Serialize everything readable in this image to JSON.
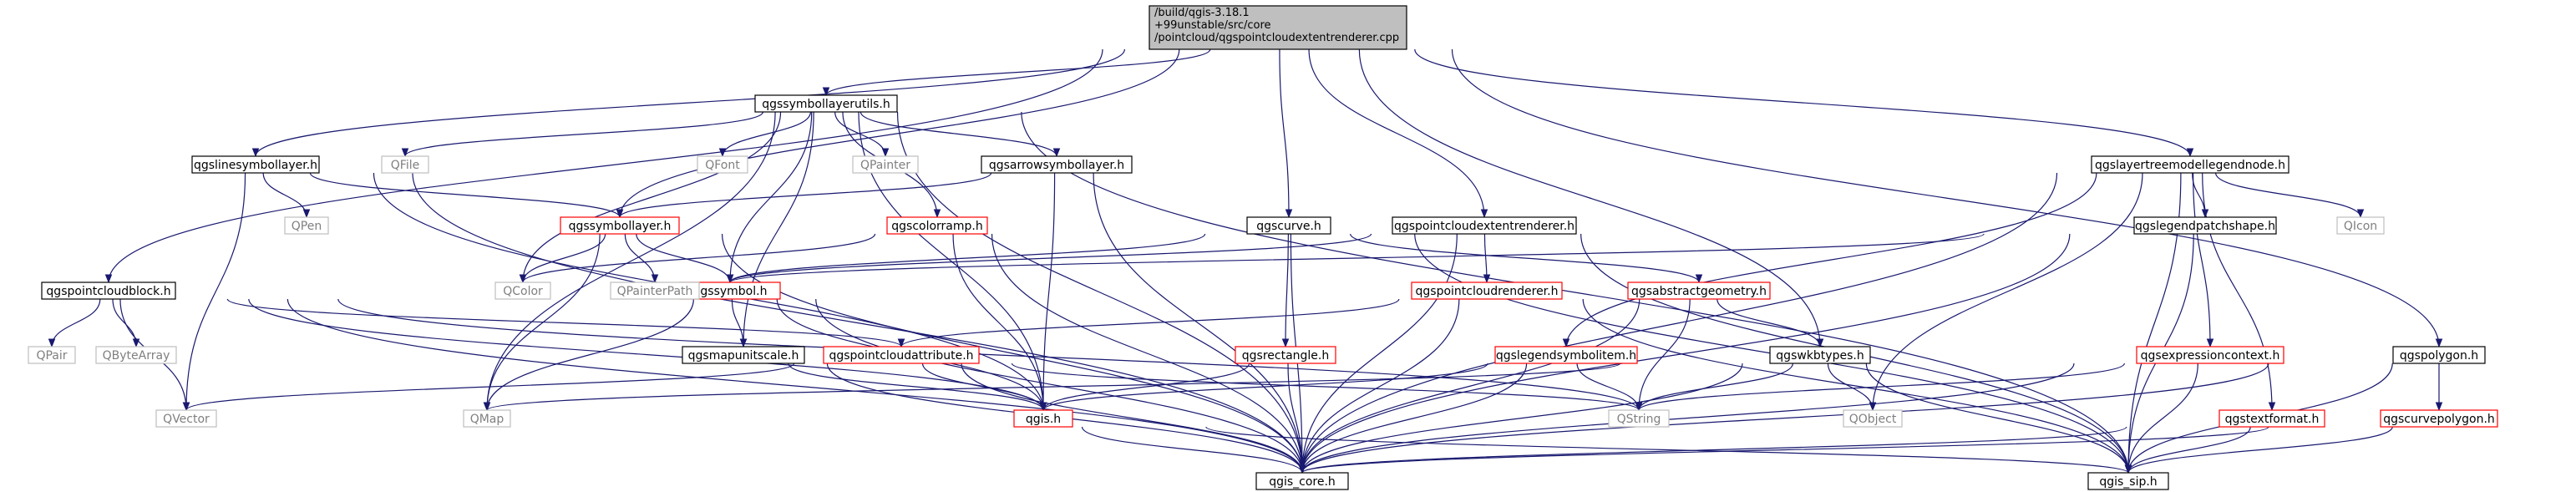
{
  "colors": {
    "edge": "#191970",
    "root_fill": "#bfbfbf",
    "box_border_black": "#000000",
    "box_border_red": "#ff0000",
    "box_border_grey": "#bfbfbf",
    "text_grey": "#7f7f7f",
    "text_black": "#000000"
  },
  "root": {
    "line1": "/build/qgis-3.18.1",
    "line2": "+99unstable/src/core",
    "line3": "/pointcloud/qgspointcloudextentrenderer.cpp"
  },
  "nodes": {
    "qgssymbollayerutils": "qgssymbollayerutils.h",
    "qgslinesymbollayer": "qgslinesymbollayer.h",
    "qgsarrowsymbollayer": "qgsarrowsymbollayer.h",
    "qgspointcloudblock": "qgspointcloudblock.h",
    "qgssymbollayer": "qgssymbollayer.h",
    "qgscolorramp": "qgscolorramp.h",
    "qgscurve": "qgscurve.h",
    "qgspointcloudextentrenderer": "qgspointcloudextentrenderer.h",
    "qgslayertreemodellegendnode": "qgslayertreemodellegendnode.h",
    "qgslegendpatchshape": "qgslegendpatchshape.h",
    "qgssymbol": "qgssymbol.h",
    "qgspointcloudrenderer": "qgspointcloudrenderer.h",
    "qgsabstractgeometry": "qgsabstractgeometry.h",
    "qgsmapunitscale": "qgsmapunitscale.h",
    "qgspointcloudattribute": "qgspointcloudattribute.h",
    "qgsrectangle": "qgsrectangle.h",
    "qgslegendsymbolitem": "qgslegendsymbolitem.h",
    "qgswkbtypes": "qgswkbtypes.h",
    "qgsexpressioncontext": "qgsexpressioncontext.h",
    "qgspolygon": "qgspolygon.h",
    "qgis": "qgis.h",
    "qgstextformat": "qgstextformat.h",
    "qgscurvepolygon": "qgscurvepolygon.h",
    "qgis_core": "qgis_core.h",
    "qgis_sip": "qgis_sip.h",
    "QFile": "QFile",
    "QFont": "QFont",
    "QPainter": "QPainter",
    "QPen": "QPen",
    "QColor": "QColor",
    "QPainterPath": "QPainterPath",
    "QPair": "QPair",
    "QByteArray": "QByteArray",
    "QVector": "QVector",
    "QMap": "QMap",
    "QString": "QString",
    "QObject": "QObject",
    "QIcon": "QIcon"
  }
}
